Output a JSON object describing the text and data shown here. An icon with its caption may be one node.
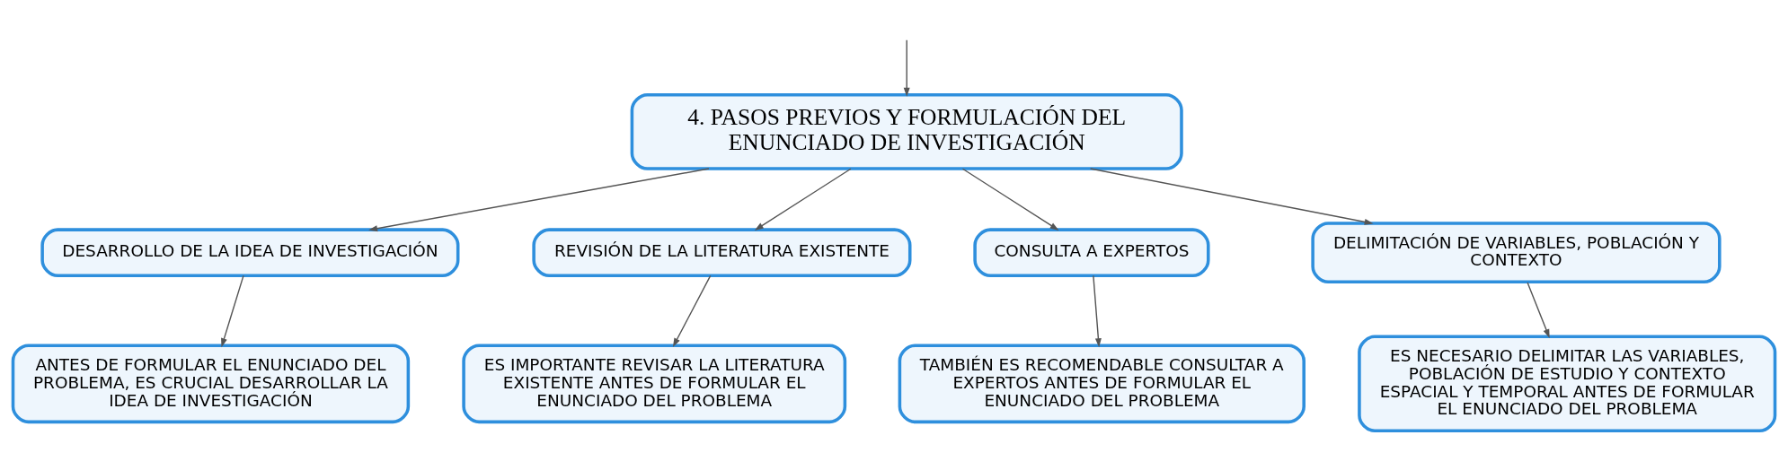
{
  "diagram": {
    "nodes": [
      {
        "text": [
          "4. PASOS PREVIOS Y FORMULACIÓN DEL ENUNCIADO DE INVESTIGACIÓN"
        ]
      },
      {
        "text": [
          "DESARROLLO DE LA IDEA DE INVESTIGACIÓN"
        ]
      },
      {
        "text": [
          "REVISIÓN DE LA LITERATURA EXISTENTE"
        ]
      },
      {
        "text": [
          "CONSULTA A EXPERTOS"
        ]
      },
      {
        "text": [
          "DELIMITACIÓN DE VARIABLES, POBLACIÓN Y CONTEXTO"
        ]
      },
      {
        "text": [
          "ANTES DE FORMULAR EL ENUNCIADO DEL PROBLEMA, ES CRUCIAL DESARROLLAR LA IDEA DE INVESTIGACIÓN"
        ]
      },
      {
        "text": [
          "ES IMPORTANTE REVISAR LA LITERATURA EXISTENTE ANTES DE FORMULAR EL ENUNCIADO DEL PROBLEMA"
        ]
      },
      {
        "text": [
          "TAMBIÉN ES RECOMENDABLE CONSULTAR A EXPERTOS ANTES DE FORMULAR EL ENUNCIADO DEL PROBLEMA"
        ]
      },
      {
        "text": [
          "ES NECESARIO DELIMITAR LAS VARIABLES, POBLACIÓN DE ESTUDIO Y CONTEXTO ESPACIAL Y TEMPORAL ANTES DE FORMULAR EL ENUNCIADO DEL PROBLEMA"
        ]
      }
    ],
    "edges": [
      {
        "from": null,
        "to": 0,
        "arrow": "to"
      },
      {
        "from": 0,
        "to": 1,
        "arrow": "to"
      },
      {
        "from": 0,
        "to": 2,
        "arrow": "to"
      },
      {
        "from": 0,
        "to": 3,
        "arrow": "to"
      },
      {
        "from": 0,
        "to": 4,
        "arrow": "to"
      },
      {
        "from": 1,
        "to": 5,
        "arrow": "to"
      },
      {
        "from": 2,
        "to": 6,
        "arrow": "to"
      },
      {
        "from": 3,
        "to": 7,
        "arrow": "to"
      },
      {
        "from": 4,
        "to": 8,
        "arrow": "to"
      }
    ]
  }
}
